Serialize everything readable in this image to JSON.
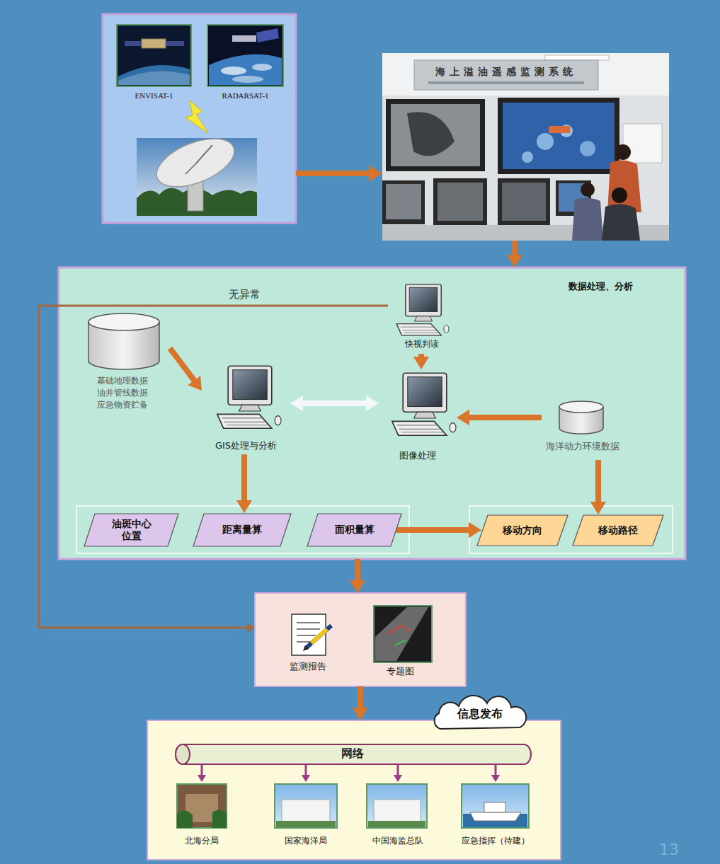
{
  "diagram": {
    "nodes": [
      {
        "text": [
          "ENVISAT-1",
          "RADARSAT-1"
        ]
      },
      {
        "text": [
          "海上溢油遥感监测系统"
        ]
      },
      {
        "text": [
          "数据处理、分析"
        ]
      },
      {
        "text": [
          "快视判读"
        ],
        "in": 2
      },
      {
        "text": [
          "基础地理数据 油井管线数据 应急物资贮备"
        ],
        "in": 2
      },
      {
        "text": [
          "GIS处理与分析"
        ],
        "in": 2
      },
      {
        "text": [
          "图像处理"
        ],
        "in": 2
      },
      {
        "text": [
          "海洋动力环境数据"
        ],
        "in": 2
      },
      {
        "text": [
          "油斑中心 位置"
        ],
        "in": 2
      },
      {
        "text": [
          "距离量算"
        ],
        "in": 2
      },
      {
        "text": [
          "面积量算"
        ],
        "in": 2
      },
      {
        "text": [
          "移动方向"
        ],
        "in": 2
      },
      {
        "text": [
          "移动路径"
        ],
        "in": 2
      },
      {
        "text": [
          "监测报告",
          "专题图"
        ]
      },
      {
        "text": [
          "信息发布"
        ]
      },
      {
        "text": [
          "网络"
        ],
        "in": 14
      },
      {
        "text": [
          "北海分局"
        ],
        "in": 14
      },
      {
        "text": [
          "国家海洋局"
        ],
        "in": 14
      },
      {
        "text": [
          "中国海监总队"
        ],
        "in": 14
      },
      {
        "text": [
          "应急指挥（待建）"
        ],
        "in": 14
      }
    ],
    "edges": [
      {
        "from": 0,
        "to": 1,
        "arrow": "to"
      },
      {
        "from": 1,
        "to": 2,
        "arrow": "to"
      },
      {
        "from": 3,
        "to": 13,
        "label": "无异常",
        "arrow": "to"
      },
      {
        "from": 3,
        "to": 6,
        "arrow": "to"
      },
      {
        "from": 4,
        "to": 5,
        "arrow": "to"
      },
      {
        "from": 5,
        "to": 6,
        "arrow": "both"
      },
      {
        "from": 7,
        "to": 6,
        "arrow": "to"
      },
      {
        "from": 5,
        "to": 9,
        "arrow": "to"
      },
      {
        "from": 10,
        "to": 11,
        "arrow": "to"
      },
      {
        "from": 7,
        "to": 12,
        "arrow": "to"
      },
      {
        "from": 2,
        "to": 13,
        "arrow": "to"
      },
      {
        "from": 13,
        "to": 14,
        "arrow": "to"
      },
      {
        "from": 15,
        "to": 16,
        "arrow": "to"
      },
      {
        "from": 15,
        "to": 17,
        "arrow": "to"
      },
      {
        "from": 15,
        "to": 18,
        "arrow": "to"
      },
      {
        "from": 15,
        "to": 19,
        "arrow": "to"
      }
    ],
    "labels": [
      "13"
    ]
  }
}
